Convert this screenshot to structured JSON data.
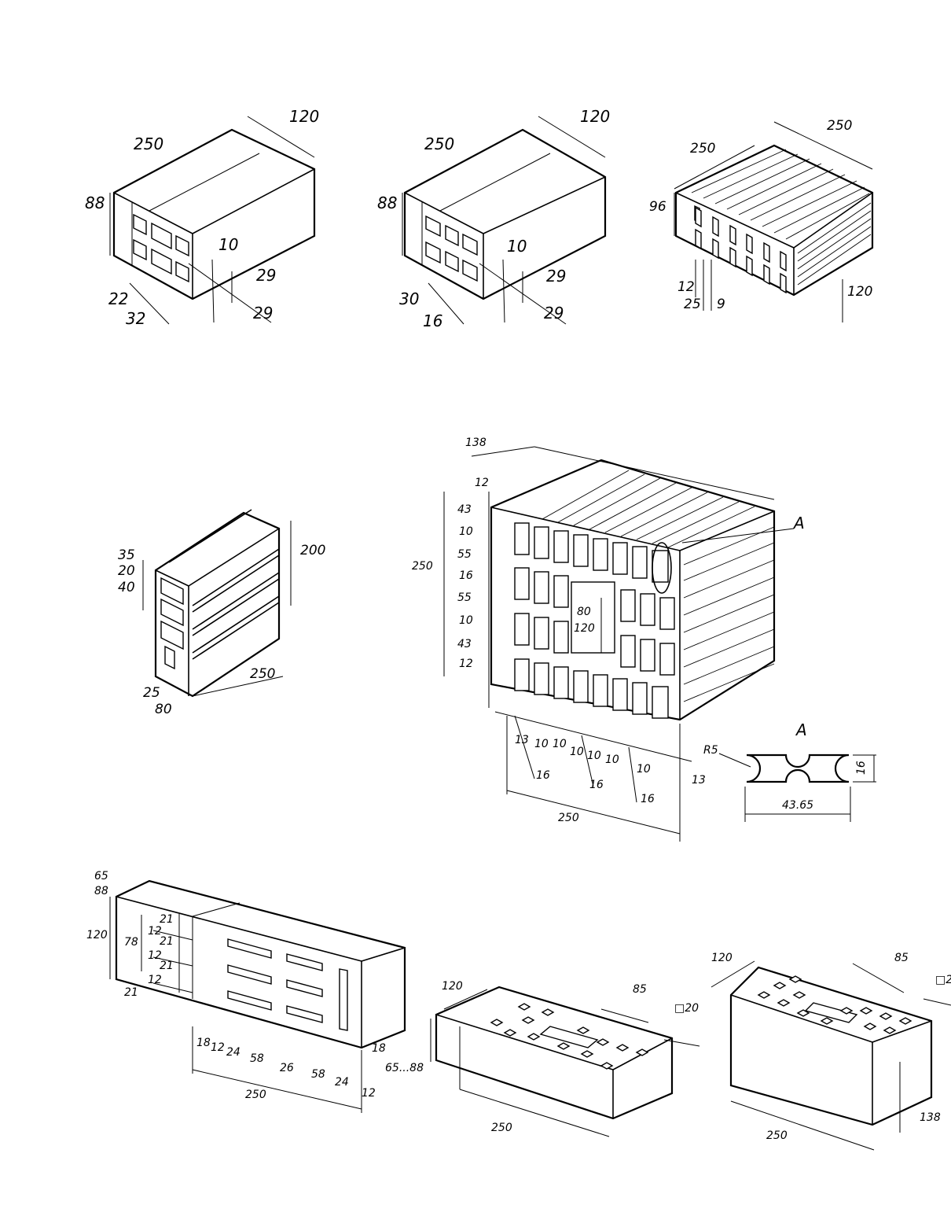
{
  "bricks": [
    {
      "id": "brick-a",
      "dimensions": [
        "250",
        "120",
        "88",
        "10",
        "29",
        "29",
        "22",
        "32"
      ]
    },
    {
      "id": "brick-b",
      "dimensions": [
        "250",
        "120",
        "88",
        "10",
        "29",
        "29",
        "30",
        "16"
      ]
    },
    {
      "id": "brick-c",
      "dimensions": [
        "250",
        "250",
        "96",
        "120",
        "12",
        "25",
        "9"
      ]
    },
    {
      "id": "block-d",
      "dimensions": [
        "35",
        "20",
        "40",
        "200",
        "25",
        "80",
        "250"
      ]
    },
    {
      "id": "block-e",
      "dimensions": [
        "138",
        "12",
        "43",
        "10",
        "55",
        "16",
        "55",
        "10",
        "43",
        "12",
        "250",
        "80",
        "120",
        "A",
        "13",
        "10",
        "10",
        "10",
        "10",
        "10",
        "10",
        "16",
        "16",
        "16",
        "13",
        "250"
      ],
      "detail": {
        "title": "A",
        "radius": "R5",
        "width": "43.65",
        "height": "16"
      }
    },
    {
      "id": "block-f",
      "dimensions": [
        "65",
        "88",
        "120",
        "78",
        "21",
        "12",
        "21",
        "12",
        "21",
        "12",
        "21",
        "18",
        "12",
        "24",
        "58",
        "26",
        "58",
        "24",
        "12",
        "18",
        "250"
      ]
    },
    {
      "id": "brick-g",
      "dimensions": [
        "120",
        "85",
        "□20",
        "65...88",
        "250"
      ]
    },
    {
      "id": "brick-h",
      "dimensions": [
        "120",
        "85",
        "□2",
        "138",
        "250"
      ]
    }
  ]
}
